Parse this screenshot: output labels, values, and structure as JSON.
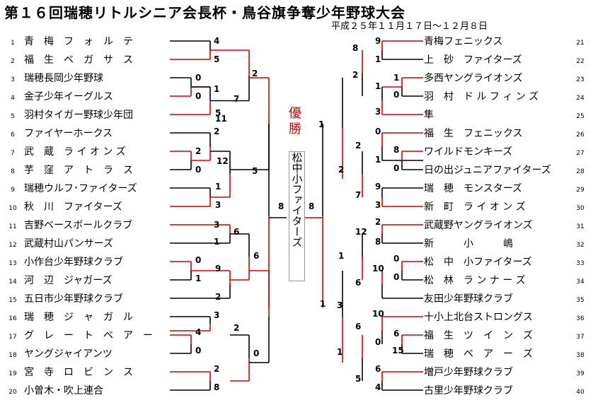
{
  "title": "第１６回瑞穂リトルシニア会長杯・鳥谷旗争奪少年野球大会",
  "date": "平成２５年１１月１７日～１２月８日",
  "champion_label": "優勝",
  "champion_team": "松中小ファイターズ",
  "colors": {
    "winner_line": "#d00000",
    "loser_line": "#000000"
  },
  "left_teams": [
    {
      "num": "1",
      "name": "青　梅　フ　ォ　ル　テ"
    },
    {
      "num": "2",
      "name": "福　生　ベ　ガ　サ　ス"
    },
    {
      "num": "3",
      "name": "瑞穂長岡少年野球"
    },
    {
      "num": "4",
      "name": "金子少年イーグルス"
    },
    {
      "num": "5",
      "name": "羽村タイガー野球少年団"
    },
    {
      "num": "6",
      "name": "ファイヤーホークス"
    },
    {
      "num": "7",
      "name": "武　蔵　ラ イ オ ン ズ"
    },
    {
      "num": "8",
      "name": "芋　窪　ア　ト　ラ　ス"
    },
    {
      "num": "9",
      "name": "瑞穂ウルフ･ファイターズ"
    },
    {
      "num": "10",
      "name": "秋　川　ファイターズ"
    },
    {
      "num": "11",
      "name": "吉野ベースボールクラブ"
    },
    {
      "num": "12",
      "name": "武蔵村山パンサーズ"
    },
    {
      "num": "13",
      "name": "小作台少年野球クラブ"
    },
    {
      "num": "14",
      "name": "河　辺　ジャガーズ"
    },
    {
      "num": "15",
      "name": "五日市少年野球クラブ"
    },
    {
      "num": "16",
      "name": "瑞　穂　ジ　ャ　ガ　ル"
    },
    {
      "num": "17",
      "name": "グ　レ　ー　ト　ベ　ア　ー"
    },
    {
      "num": "18",
      "name": "ヤングジャイアンツ"
    },
    {
      "num": "19",
      "name": "宮　寺　ロ　ビ　ン　ス"
    },
    {
      "num": "20",
      "name": "小曽木・吹上連合"
    }
  ],
  "right_teams": [
    {
      "num": "21",
      "name": "青梅フェニックス"
    },
    {
      "num": "22",
      "name": "上　砂　ファイターズ"
    },
    {
      "num": "23",
      "name": "多西ヤングライオンズ"
    },
    {
      "num": "24",
      "name": "羽　村　ド ル フ ィ ン ズ"
    },
    {
      "num": "25",
      "name": "隼"
    },
    {
      "num": "26",
      "name": "福　生　フェニックス"
    },
    {
      "num": "27",
      "name": "ワイルドモンキーズ"
    },
    {
      "num": "28",
      "name": "日の出ジュニアファイターズ"
    },
    {
      "num": "29",
      "name": "瑞　穂　モンスターズ"
    },
    {
      "num": "30",
      "name": "新　町　ラ イ オ ン ズ"
    },
    {
      "num": "31",
      "name": "武蔵野ヤングライオンズ"
    },
    {
      "num": "32",
      "name": "新　　　小　　　嶋"
    },
    {
      "num": "33",
      "name": "松　中　小ファイターズ"
    },
    {
      "num": "34",
      "name": "松　林　ラ ン ナ ー ズ"
    },
    {
      "num": "35",
      "name": "友田少年野球クラブ"
    },
    {
      "num": "36",
      "name": "十小上北台ストロングス"
    },
    {
      "num": "37",
      "name": "福　生　ツ　イ　ン　ズ"
    },
    {
      "num": "38",
      "name": "瑞　穂　ベ　ア　ー　ズ"
    },
    {
      "num": "39",
      "name": "増戸少年野球クラブ"
    },
    {
      "num": "40",
      "name": "古里少年野球クラブ"
    }
  ],
  "scores": {
    "left": [
      "4",
      "5",
      "0",
      "0",
      "5",
      "1",
      "7",
      "11",
      "2",
      "2",
      "12",
      "0",
      "1",
      "3",
      "2",
      "5",
      "3",
      "1",
      "6",
      "0",
      "9",
      "1",
      "2",
      "6",
      "3",
      "4",
      "2",
      "0",
      "2",
      "8",
      "0",
      "8",
      "5"
    ],
    "right": [
      "8",
      "9",
      "1",
      "2",
      "1",
      "1",
      "0",
      "3",
      "2",
      "0",
      "8",
      "1",
      "0",
      "2",
      "7",
      "9",
      "3",
      "12",
      "2",
      "8",
      "1",
      "0",
      "10",
      "6",
      "0",
      "3",
      "10",
      "6",
      "6",
      "0",
      "15",
      "1",
      "5",
      "6",
      "4",
      "1",
      "1",
      "2"
    ],
    "final": [
      "1",
      "8"
    ]
  }
}
